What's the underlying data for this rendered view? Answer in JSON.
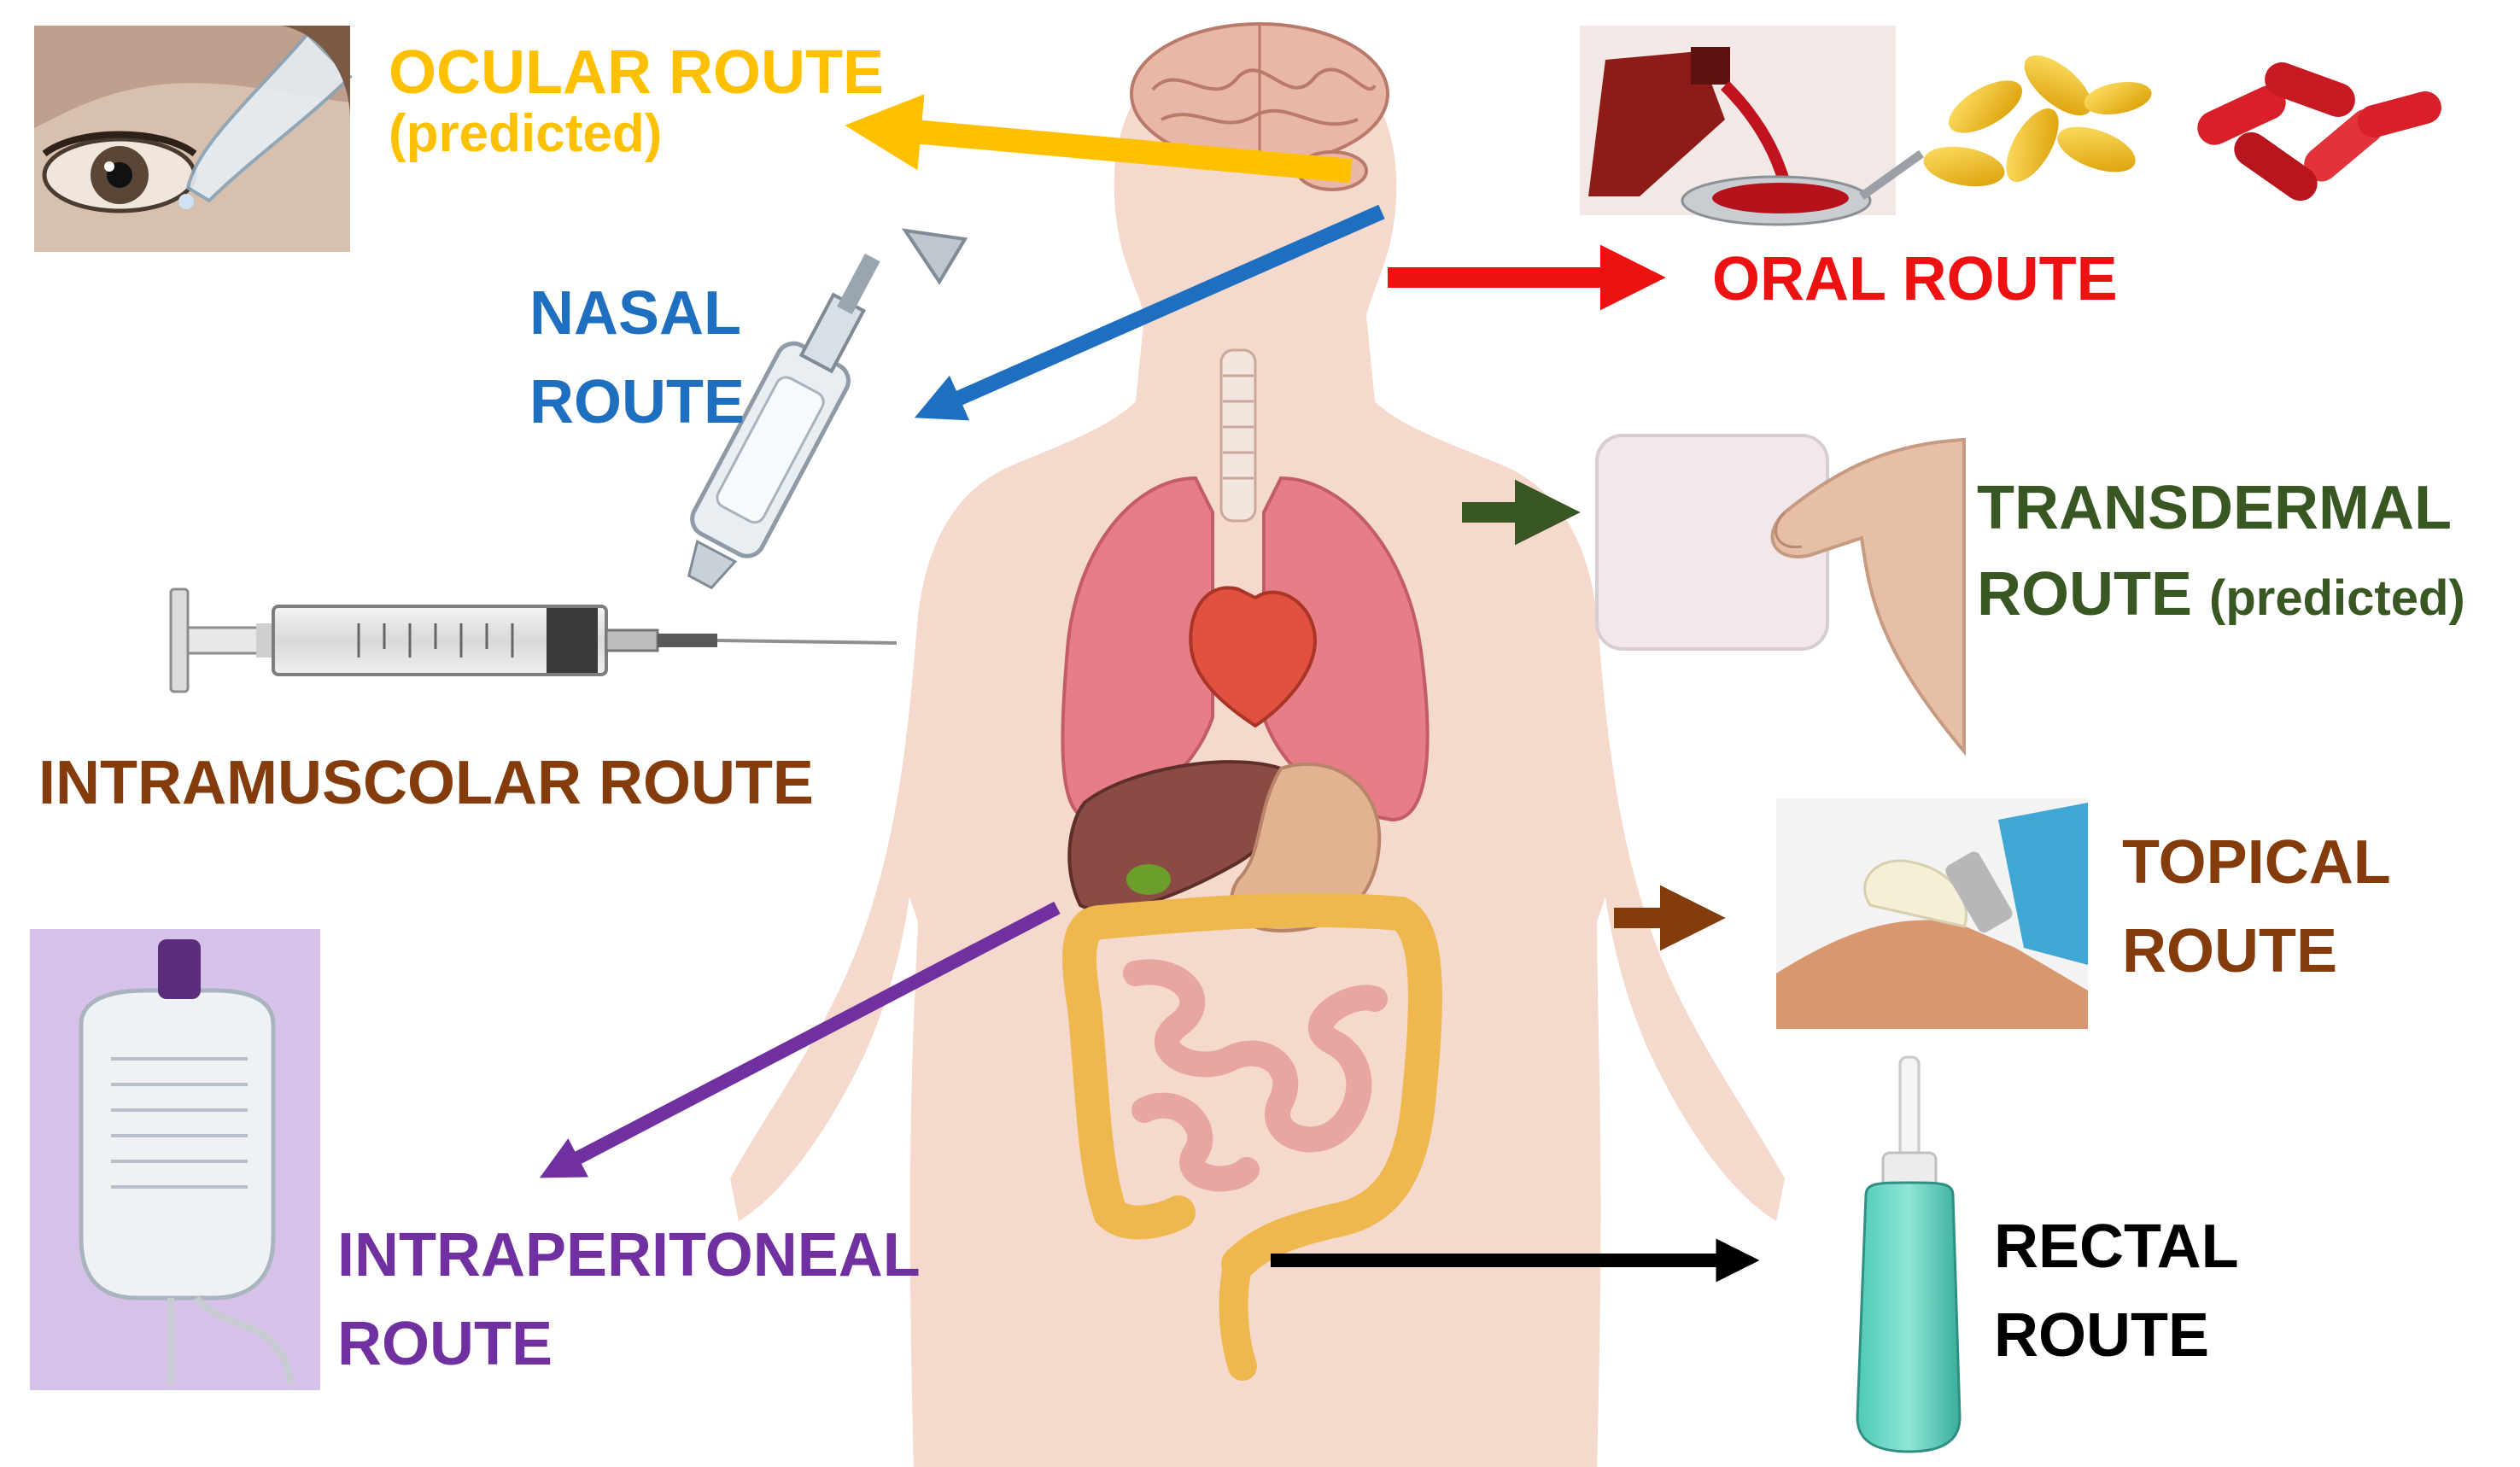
{
  "colors": {
    "ocular": "#FFC000",
    "nasal": "#1F6FC0",
    "oral": "#EE1111",
    "transdermal": "#385723",
    "intramuscular": "#843C0C",
    "topical": "#843C0C",
    "intraperitoneal": "#7030A0",
    "rectal": "#000000",
    "body": "#F4D9CC"
  },
  "routes": {
    "ocular": {
      "line1": "OCULAR ROUTE",
      "line2": "(predicted)"
    },
    "nasal": {
      "line1": "NASAL",
      "line2": "ROUTE"
    },
    "oral": {
      "line1": "ORAL ROUTE"
    },
    "transdermal": {
      "line1": "TRANSDERMAL",
      "line2": "ROUTE",
      "suffix": "(predicted)"
    },
    "intramuscular": {
      "line1": "INTRAMUSCOLAR ROUTE"
    },
    "topical": {
      "line1": "TOPICAL",
      "line2": "ROUTE"
    },
    "intraperitoneal": {
      "line1": "INTRAPERITONEAL",
      "line2": "ROUTE"
    },
    "rectal": {
      "line1": "RECTAL",
      "line2": "ROUTE"
    }
  }
}
